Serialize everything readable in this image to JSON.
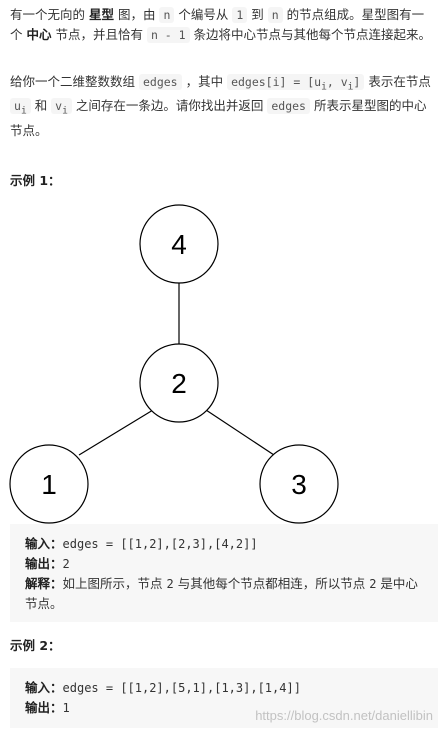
{
  "intro": {
    "p1": {
      "t1": "有一个无向的 ",
      "b1": "星型",
      "t2": " 图，由 ",
      "c1": "n",
      "t3": " 个编号从 ",
      "c2": "1",
      "t4": " 到 ",
      "c3": "n",
      "t5": " 的节点组成。星型图有一个 ",
      "b2": "中心",
      "t6": " 节点，并且恰有 ",
      "c4": "n - 1",
      "t7": " 条边将中心节点与其他每个节点连接起来。"
    },
    "p2": {
      "t1": "给你一个二维整数数组 ",
      "c1": "edges",
      "t2": " ，其中 ",
      "c2": "edges[i] = [u",
      "c2sub1": "i",
      "c2mid": ", v",
      "c2sub2": "i",
      "c2end": "]",
      "t3": " 表示在节点 ",
      "c3": "u",
      "c3sub": "i",
      "t4": " 和 ",
      "c4": "v",
      "c4sub": "i",
      "t5": " 之间存在一条边。请你找出并返回 ",
      "c5": "edges",
      "t6": " 所表示星型图的中心节点。"
    }
  },
  "example1": {
    "heading": "示例 1：",
    "graph": {
      "nodes": [
        {
          "id": "4",
          "label": "4"
        },
        {
          "id": "2",
          "label": "2"
        },
        {
          "id": "1",
          "label": "1"
        },
        {
          "id": "3",
          "label": "3"
        }
      ],
      "edges": [
        [
          "4",
          "2"
        ],
        [
          "2",
          "1"
        ],
        [
          "2",
          "3"
        ]
      ]
    },
    "input_label": "输入：",
    "input_value": "edges = [[1,2],[2,3],[4,2]]",
    "output_label": "输出：",
    "output_value": "2",
    "explain_label": "解释：",
    "explain_t1": "如上图所示，节点 ",
    "explain_c1": "2",
    "explain_t2": " 与其他每个节点都相连，所以节点 ",
    "explain_c2": "2",
    "explain_t3": " 是中心节点。"
  },
  "example2": {
    "heading": "示例 2：",
    "input_label": "输入：",
    "input_value": "edges = [[1,2],[5,1],[1,3],[1,4]]",
    "output_label": "输出：",
    "output_value": "1"
  },
  "watermark": "https://blog.csdn.net/daniellibin"
}
